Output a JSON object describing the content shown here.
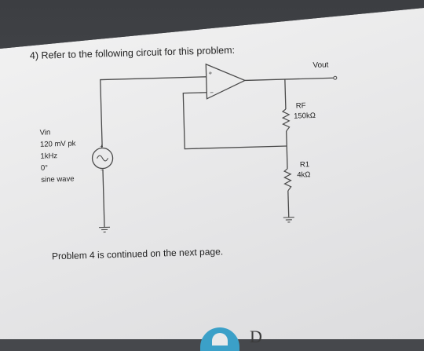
{
  "question": "4) Refer to the following circuit for this problem:",
  "output_label": "Vout",
  "source": {
    "lines": [
      "Vin",
      "120 mV pk",
      "1kHz",
      "0°",
      "sine wave"
    ],
    "polarity_plus": "+",
    "polarity_minus": "−"
  },
  "opamp": {
    "plus": "+",
    "minus": "−"
  },
  "rf": {
    "name": "RF",
    "value": "150kΩ"
  },
  "r1": {
    "name": "R1",
    "value": "4kΩ"
  },
  "footer": "Problem 4 is continued on the next page.",
  "brand": "D",
  "colors": {
    "wire": "#4a4a4a",
    "logo": "#3ba0c8"
  }
}
